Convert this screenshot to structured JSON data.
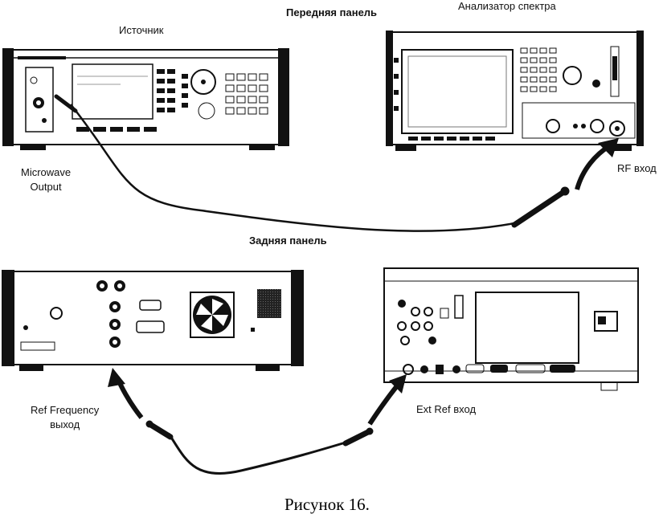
{
  "figure": {
    "labels": {
      "source": "Источник",
      "front_panel": "Передняя панель",
      "spectrum_analyzer": "Анализатор спектра",
      "microwave_output": "Microwave\nOutput",
      "rf_input": "RF вход",
      "rear_panel": "Задняя панель",
      "ref_frequency_output": "Ref Frequency\nвыход",
      "ext_ref_input": "Ext Ref вход"
    },
    "caption": "Рисунок 16."
  }
}
